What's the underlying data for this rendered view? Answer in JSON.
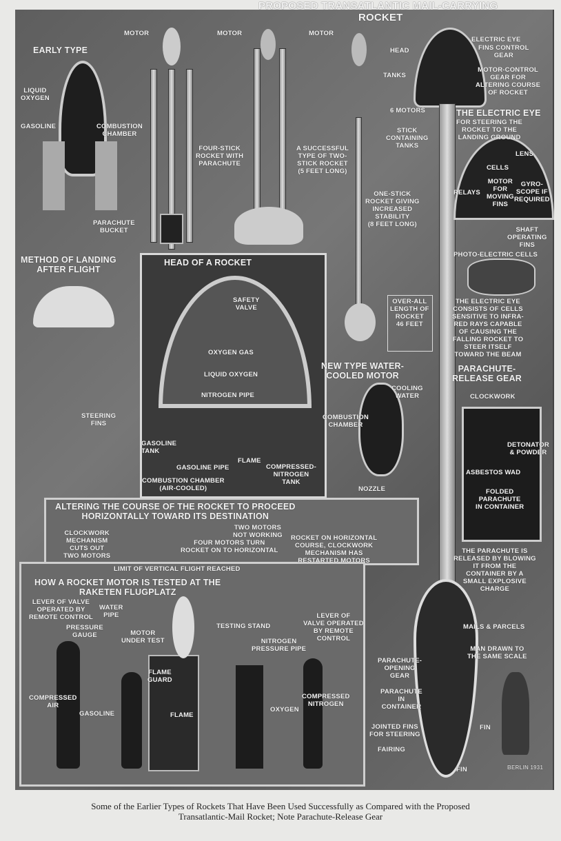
{
  "title": {
    "line1": "PROPOSED TRANSATLANTIC MAIL-CARRYING",
    "line2": "ROCKET"
  },
  "early_type": {
    "heading": "EARLY TYPE",
    "liquid_oxygen": "LIQUID\nOXYGEN",
    "gasoline": "GASOLINE",
    "combustion_chamber": "COMBUSTION\nCHAMBER"
  },
  "four_stick": {
    "motor": "MOTOR",
    "desc": "FOUR-STICK\nROCKET WITH\nPARACHUTE",
    "parachute_bucket": "PARACHUTE\nBUCKET"
  },
  "two_stick": {
    "motor": "MOTOR",
    "desc": "A SUCCESSFUL\nTYPE OF TWO-\nSTICK ROCKET\n(5 FEET LONG)"
  },
  "one_stick": {
    "motor": "MOTOR",
    "head": "HEAD",
    "tanks": "TANKS",
    "motors": "6 MOTORS",
    "stick": "STICK\nCONTAINING\nTANKS",
    "desc": "ONE-STICK\nROCKET GIVING\nINCREASED\nSTABILITY\n(8 FEET LONG)"
  },
  "mail_head": {
    "electric_eye": "ELECTRIC EYE",
    "fins_control": "FINS CONTROL\nGEAR",
    "motor_control": "MOTOR-CONTROL\nGEAR FOR\nALTERING COURSE\nOF ROCKET"
  },
  "electric_eye": {
    "heading": "THE ELECTRIC EYE",
    "sub": "FOR STEERING THE\nROCKET TO THE\nLANDING   GROUND",
    "lens": "LENS",
    "cells": "CELLS",
    "relays": "RELAYS",
    "motor_fins": "MOTOR\nFOR\nMOVING\nFINS",
    "gyroscope": "GYRO-\nSCOPE IF\nREQUIRED",
    "shaft": "SHAFT\nOPERATING\nFINS",
    "photo_cells": "PHOTO-ELECTRIC CELLS",
    "desc": "THE ELECTRIC EYE\nCONSISTS OF CELLS\nSENSITIVE TO INFRA-\nRED RAYS CAPABLE\nOF CAUSING THE\nFALLING ROCKET TO\nSTEER ITSELF\nTOWARD THE BEAM"
  },
  "parachute_release": {
    "heading": "PARACHUTE-\nRELEASE GEAR",
    "clockwork": "CLOCKWORK",
    "detonator": "DETONATOR\n& POWDER",
    "asbestos": "ASBESTOS WAD",
    "folded": "FOLDED\nPARACHUTE\nIN CONTAINER",
    "desc": "THE PARACHUTE IS\nRELEASED BY BLOWING\nIT FROM THE\nCONTAINER BY A\nSMALL EXPLOSIVE\nCHARGE"
  },
  "landing": {
    "heading": "METHOD OF LANDING\nAFTER FLIGHT",
    "steering_fins": "STEERING\nFINS"
  },
  "head_of_rocket": {
    "heading": "HEAD OF A ROCKET",
    "safety_valve": "SAFETY\nVALVE",
    "oxygen_gas": "OXYGEN GAS",
    "liquid_oxygen": "LIQUID OXYGEN",
    "nitrogen_pipe": "NITROGEN PIPE",
    "gasoline_tank": "GASOLINE\nTANK",
    "flame": "FLAME",
    "gasoline_pipe": "GASOLINE PIPE",
    "nitrogen_tank": "COMPRESSED-\nNITROGEN\nTANK",
    "combustion": "COMBUSTION CHAMBER\n(AIR-COOLED)"
  },
  "overall_length": "OVER-ALL\nLENGTH OF\nROCKET\n46 FEET",
  "water_cooled": {
    "heading": "NEW TYPE WATER-\nCOOLED MOTOR",
    "cooling_water": "COOLING\nWATER",
    "combustion": "COMBUSTION\nCHAMBER",
    "nozzle": "NOZZLE"
  },
  "altering": {
    "heading": "ALTERING THE COURSE OF THE ROCKET TO PROCEED\nHORIZONTALLY TOWARD ITS DESTINATION",
    "clockwork": "CLOCKWORK\nMECHANISM\nCUTS OUT\nTWO MOTORS",
    "two_motors": "TWO MOTORS\nNOT WORKING",
    "four_motors": "FOUR MOTORS TURN\nROCKET ON TO HORIZONTAL",
    "horizontal": "ROCKET ON HORIZONTAL\nCOURSE, CLOCKWORK\nMECHANISM HAS\nRESTARTED MOTORS",
    "limit": "LIMIT OF VERTICAL FLIGHT REACHED"
  },
  "testing": {
    "heading": "HOW A ROCKET MOTOR IS TESTED AT THE\nRAKETEN FLUGPLATZ",
    "lever_left": "LEVER OF VALVE\nOPERATED BY\nREMOTE CONTROL",
    "water_pipe": "WATER\nPIPE",
    "pressure_gauge": "PRESSURE\nGAUGE",
    "motor_test": "MOTOR\nUNDER TEST",
    "testing_stand": "TESTING STAND",
    "nitrogen_pipe": "NITROGEN\nPRESSURE PIPE",
    "lever_right": "LEVER OF\nVALVE OPERATED\nBY REMOTE\nCONTROL",
    "flame_guard": "FLAME\nGUARD",
    "compressed_air": "COMPRESSED\nAIR",
    "gasoline": "GASOLINE",
    "flame": "FLAME",
    "oxygen": "OXYGEN",
    "compressed_nitrogen": "COMPRESSED\nNITROGEN"
  },
  "mail_rocket": {
    "mails": "MAILS & PARCELS",
    "man": "MAN DRAWN TO\nTHE SAME SCALE",
    "opening_gear": "PARACHUTE-\nOPENING\nGEAR",
    "parachute": "PARACHUTE\nIN\nCONTAINER",
    "jointed_fins": "JOINTED FINS\nFOR STEERING",
    "fairing": "FAIRING",
    "fin_side": "FIN",
    "fin_bottom": "FIN"
  },
  "signature": "BERLIN 1931",
  "caption": "Some of the Earlier Types of Rockets That Have Been Used Successfully as Compared with the Proposed\nTransatlantic-Mail Rocket; Note Parachute-Release Gear"
}
